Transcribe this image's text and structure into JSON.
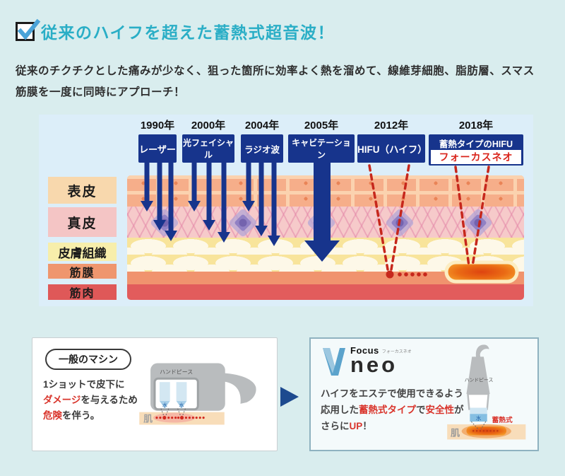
{
  "header": {
    "title": "従来のハイフを超えた蓄熱式超音波！"
  },
  "intro": {
    "line1": "従来のチクチクとした痛みが少なく、狙った箇所に効率よく熱を溜めて、線維芽細胞、脂肪層、スマス",
    "line2": "筋膜を一度に同時にアプローチ！"
  },
  "diagram": {
    "layers": [
      {
        "label": "表皮"
      },
      {
        "label": "真皮"
      },
      {
        "label": "皮膚組織"
      },
      {
        "label": "筋膜"
      },
      {
        "label": "筋肉"
      }
    ],
    "timeline": [
      {
        "year": "1990年",
        "name": "レーザー"
      },
      {
        "year": "2000年",
        "name": "光フェイシャル"
      },
      {
        "year": "2004年",
        "name": "ラジオ波"
      },
      {
        "year": "2005年",
        "name": "キャビテーション"
      },
      {
        "year": "2012年",
        "name": "HIFU（ハイフ）"
      },
      {
        "year": "2018年",
        "name": "蓄熱タイプのHIFU",
        "sub": "フォーカスネオ"
      }
    ]
  },
  "compare": {
    "left": {
      "badge": "一般のマシン",
      "line1": "1ショットで皮下に",
      "line2_red": "ダメージ",
      "line2_rest": "を与えるため",
      "line3_red": "危険",
      "line3_rest": "を伴う。",
      "handpiece_label": "ハンドピース",
      "water_label": "水",
      "skin_label": "肌"
    },
    "right": {
      "logo_focus": "Focus",
      "logo_furigana": "フォーカスネオ",
      "logo_neo": "neo",
      "line1": "ハイフをエステで使用できるよう",
      "line2_a": "応用した",
      "line2_red1": "蓄熱式タイプ",
      "line2_b": "で",
      "line2_red2": "安全性",
      "line2_c": "が",
      "line3_a": "さらに",
      "line3_red": "UP",
      "line3_b": "！",
      "handpiece_label": "ハンドピース",
      "water_label": "水",
      "storage_label": "蓄熱式",
      "skin_label": "肌"
    }
  },
  "colors": {
    "accent_teal": "#2aaec6",
    "navy": "#17348c",
    "red": "#c6271c"
  }
}
